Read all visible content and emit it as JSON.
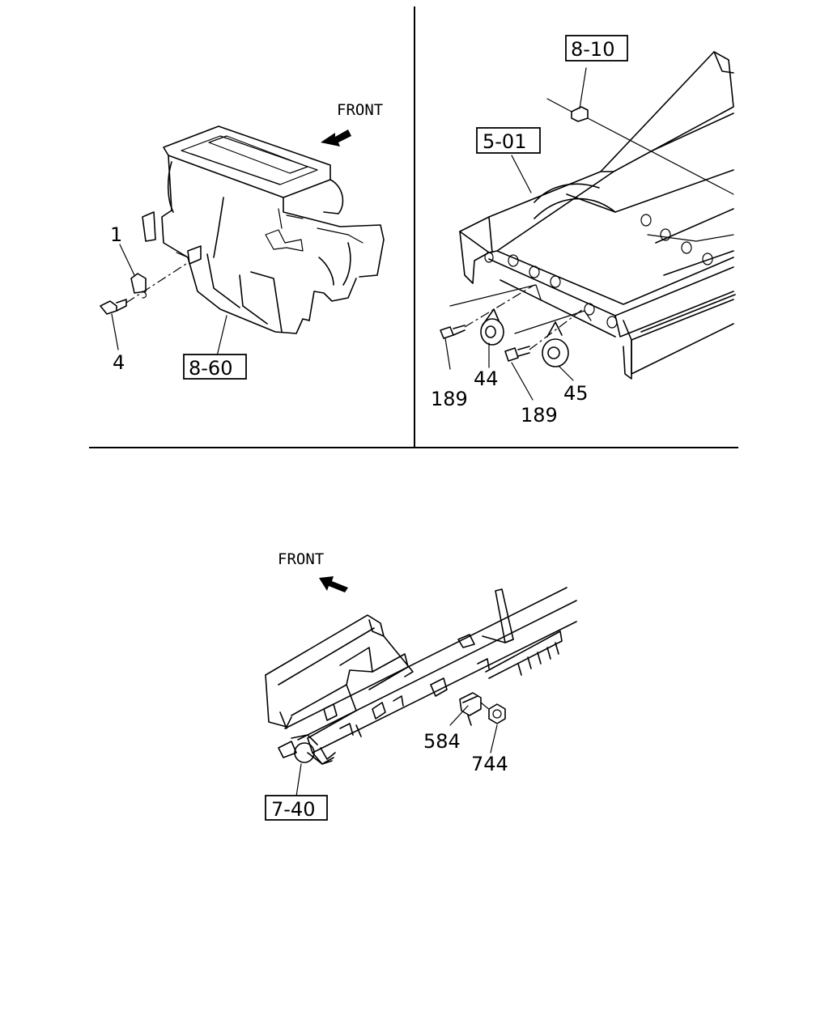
{
  "panels": [
    {
      "front_label": "FRONT",
      "callouts": [
        "1",
        "4"
      ],
      "refs": [
        "8-60"
      ]
    },
    {
      "callouts": [
        "189",
        "44",
        "189",
        "45"
      ],
      "refs": [
        "8-10",
        "5-01"
      ]
    },
    {
      "front_label": "FRONT",
      "callouts": [
        "584",
        "744"
      ],
      "refs": [
        "7-40"
      ]
    }
  ]
}
